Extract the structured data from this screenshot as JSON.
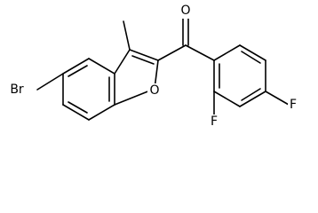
{
  "molecule": {
    "atoms": {
      "bromine": "Br",
      "ring_oxygen": "O",
      "carbonyl_oxygen": "O",
      "fluorine_ortho": "F",
      "fluorine_para": "F"
    },
    "colors": {
      "bond": "#000000",
      "label": "#000000",
      "background": "#ffffff"
    }
  }
}
